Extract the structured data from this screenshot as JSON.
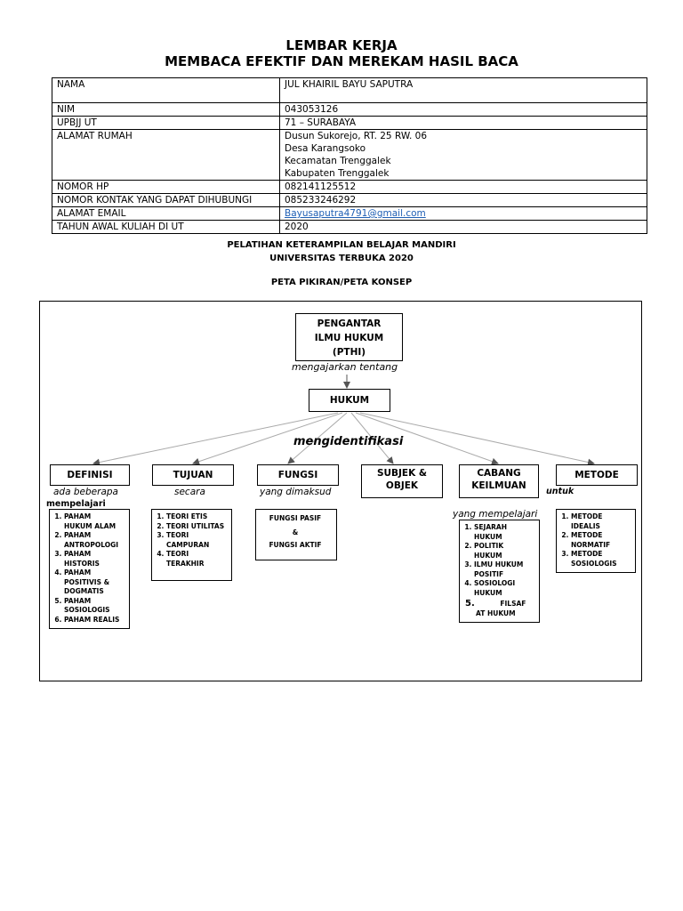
{
  "header": {
    "title1": "LEMBAR KERJA",
    "title2": "MEMBACA EFEKTIF DAN MEREKAM HASIL BACA"
  },
  "info": {
    "nama_label": "NAMA",
    "nama_value": "JUL KHAIRIL BAYU SAPUTRA",
    "nim_label": "NIM",
    "nim_value": "043053126",
    "upbjj_label": "UPBJJ UT",
    "upbjj_value": "71 – SURABAYA",
    "alamat_label": "ALAMAT RUMAH",
    "alamat_lines": [
      "Dusun Sukorejo, RT. 25 RW. 06",
      "Desa Karangsoko",
      "Kecamatan Trenggalek",
      "Kabupaten Trenggalek"
    ],
    "hp_label": "NOMOR HP",
    "hp_value": "082141125512",
    "kontak_label": "NOMOR KONTAK YANG DAPAT DIHUBUNGI",
    "kontak_value": "085233246292",
    "email_label": "ALAMAT EMAIL",
    "email_value": "Bayusaputra4791@gmail.com",
    "tahun_label": "TAHUN AWAL KULIAH DI UT",
    "tahun_value": "2020"
  },
  "subtitles": {
    "line1": "PELATIHAN KETERAMPILAN BELAJAR MANDIRI",
    "line2": "UNIVERSITAS TERBUKA 2020",
    "line3": "PETA PIKIRAN/PETA KONSEP"
  },
  "map": {
    "root_lines": [
      "PENGANTAR",
      "ILMU HUKUM",
      "(PTHI)"
    ],
    "root_relation": "mengajarkan tentang",
    "hukum": "HUKUM",
    "identify": "mengidentifikasi",
    "categories": {
      "definisi": "DEFINISI",
      "tujuan": "TUJUAN",
      "fungsi": "FUNGSI",
      "subjek_1": "SUBJEK &",
      "subjek_2": "OBJEK",
      "cabang_1": "CABANG",
      "cabang_2": "KEILMUAN",
      "metode": "METODE"
    },
    "relations": {
      "definisi_1": "ada beberapa",
      "definisi_2": "mempelajari",
      "tujuan": "secara",
      "fungsi": "yang dimaksud",
      "cabang": "yang mempelajari",
      "metode": "untuk"
    },
    "definisi_items": [
      [
        "PAHAM",
        "HUKUM ALAM"
      ],
      [
        "PAHAM",
        "ANTROPOLOGI"
      ],
      [
        "PAHAM",
        "HISTORIS"
      ],
      [
        "PAHAM",
        "POSITIVIS &",
        "DOGMATIS"
      ],
      [
        "PAHAM",
        "SOSIOLOGIS"
      ],
      [
        "PAHAM REALIS"
      ]
    ],
    "tujuan_items": [
      [
        "TEORI ETIS"
      ],
      [
        "TEORI UTILITAS"
      ],
      [
        "TEORI",
        "CAMPURAN"
      ],
      [
        "TEORI",
        "TERAKHIR"
      ]
    ],
    "fungsi_items": [
      "FUNGSI PASIF",
      "&",
      "FUNGSI AKTIF"
    ],
    "cabang_items": [
      [
        "SEJARAH",
        "HUKUM"
      ],
      [
        "POLITIK",
        "HUKUM"
      ],
      [
        "ILMU HUKUM",
        "POSITIF"
      ],
      [
        "SOSIOLOGI",
        "HUKUM"
      ]
    ],
    "cabang_last": {
      "num": "5.",
      "a": "FILSAF",
      "b": "AT HUKUM"
    },
    "metode_items": [
      [
        "METODE",
        "IDEALIS"
      ],
      [
        "METODE",
        "NORMATIF"
      ],
      [
        "METODE",
        "SOSIOLOGIS"
      ]
    ]
  }
}
